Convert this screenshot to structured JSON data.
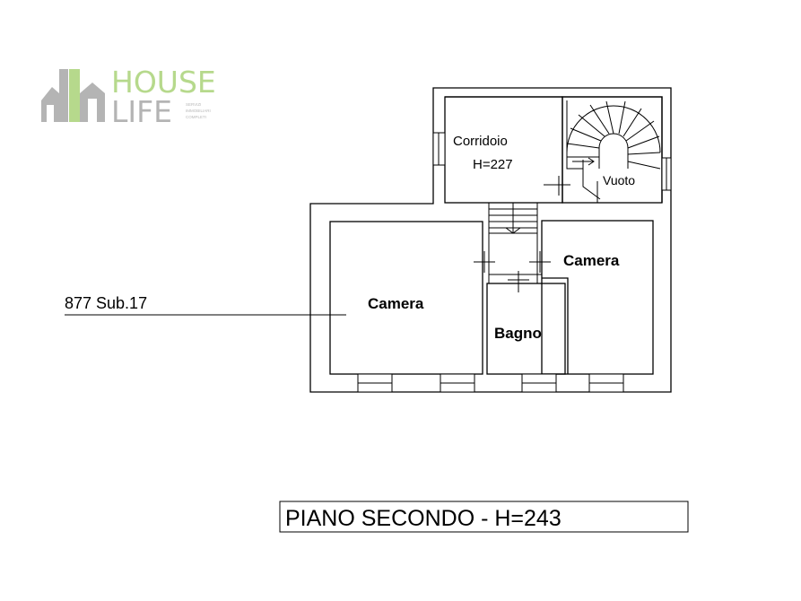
{
  "logo": {
    "word1": "HOUSE",
    "word2": "LIFE",
    "tagline1": "SERVIZI",
    "tagline2": "IMMOBILIARI",
    "tagline3": "COMPLETI",
    "color_green": "#b6d98c",
    "color_gray": "#b4b4b4"
  },
  "rooms": {
    "corridoio": "Corridoio",
    "corridoio_height": "H=227",
    "vuoto": "Vuoto",
    "camera_right": "Camera",
    "camera_left": "Camera",
    "bagno": "Bagno"
  },
  "parcel_label": "877 Sub.17",
  "floor_title": "PIANO SECONDO - H=243"
}
